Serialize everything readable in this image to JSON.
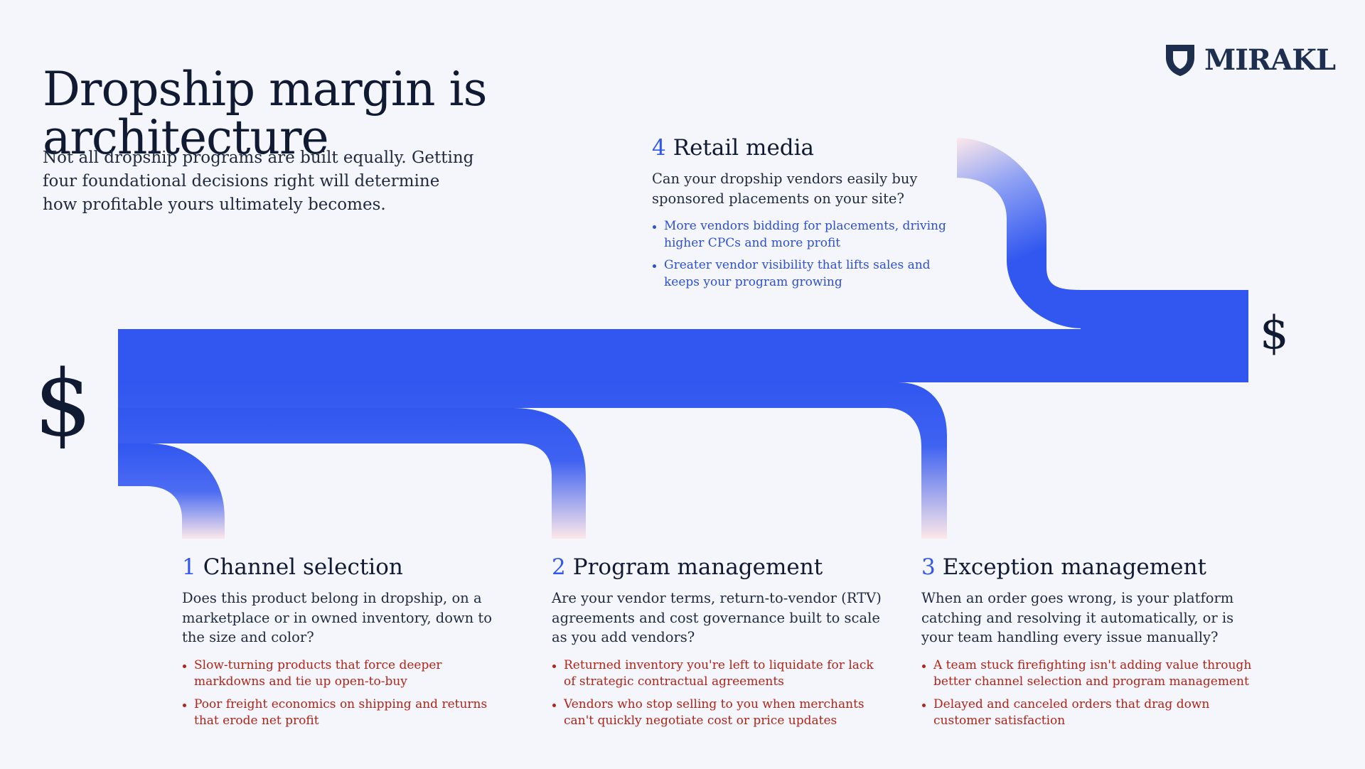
{
  "header": {
    "title": "Dropship margin is architecture",
    "subtitle": "Not all dropship programs are built equally. Getting four foundational decisions right will determine how profitable yours ultimately becomes."
  },
  "logo": {
    "wordmark": "MIRAKL",
    "icon": "shield-icon",
    "color": "#1d2e4f"
  },
  "symbols": {
    "left": "$",
    "right": "$"
  },
  "colors": {
    "flow": "#3157f0",
    "flow_fade": "#fce8ea",
    "stage_number": "#3157f0",
    "negative_points": "#b32318",
    "positive_points": "#2d4fd8",
    "background": "#f5f6fb"
  },
  "stages": [
    {
      "number": "1",
      "title": "Channel selection",
      "question": "Does this product belong in dropship, on a marketplace or in owned inventory, down to the size and color?",
      "points": [
        "Slow-turning products that force deeper markdowns and tie up open-to-buy",
        "Poor freight economics on shipping and returns that erode net profit"
      ]
    },
    {
      "number": "2",
      "title": "Program management",
      "question": "Are your vendor terms, return-to-vendor (RTV) agreements and cost governance built to scale as you add vendors?",
      "points": [
        "Returned inventory you're left to liquidate for lack of strategic contractual agreements",
        "Vendors who stop selling to you when merchants can't quickly negotiate cost or price updates"
      ]
    },
    {
      "number": "3",
      "title": "Exception management",
      "question": "When an order goes wrong, is your platform catching and resolving it automatically, or is your team handling every issue manually?",
      "points": [
        "A team stuck firefighting isn't adding value through better channel selection and program management",
        "Delayed and canceled orders that drag down customer satisfaction"
      ]
    },
    {
      "number": "4",
      "title": "Retail media",
      "question": "Can your dropship vendors easily buy sponsored placements on your site?",
      "points": [
        "More vendors bidding for placements, driving higher CPCs and more profit",
        "Greater vendor visibility that lifts sales and keeps your program growing"
      ]
    }
  ]
}
